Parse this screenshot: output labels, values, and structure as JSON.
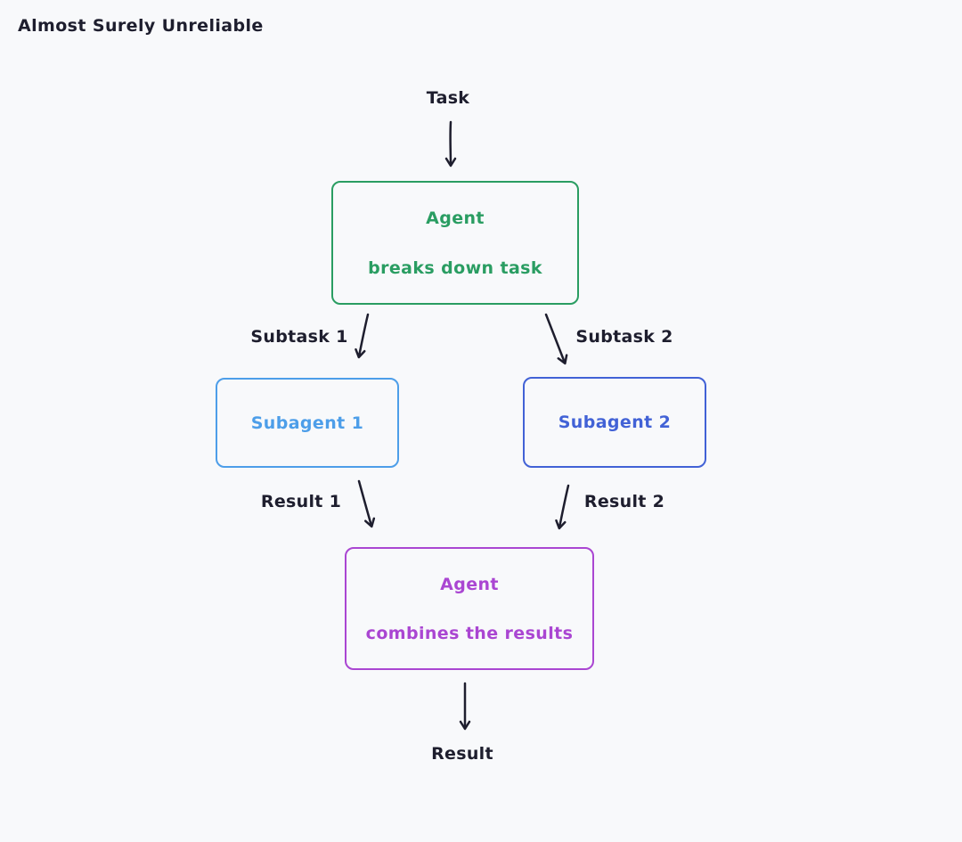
{
  "title": "Almost Surely Unreliable",
  "diagram": {
    "task_label": "Task",
    "subtask1_label": "Subtask 1",
    "subtask2_label": "Subtask 2",
    "result1_label": "Result 1",
    "result2_label": "Result 2",
    "result_label": "Result",
    "agent_breakdown": {
      "line1": "Agent",
      "line2": "breaks down task"
    },
    "subagent1_label": "Subagent 1",
    "subagent2_label": "Subagent 2",
    "agent_combine": {
      "line1": "Agent",
      "line2": "combines the results"
    },
    "colors": {
      "background": "#f8f9fb",
      "ink": "#1e1e2e",
      "agent_green": "#2a9d62",
      "subagent1_blue": "#4d9ee9",
      "subagent2_blue": "#4262d6",
      "combine_magenta": "#aa46d2"
    }
  }
}
